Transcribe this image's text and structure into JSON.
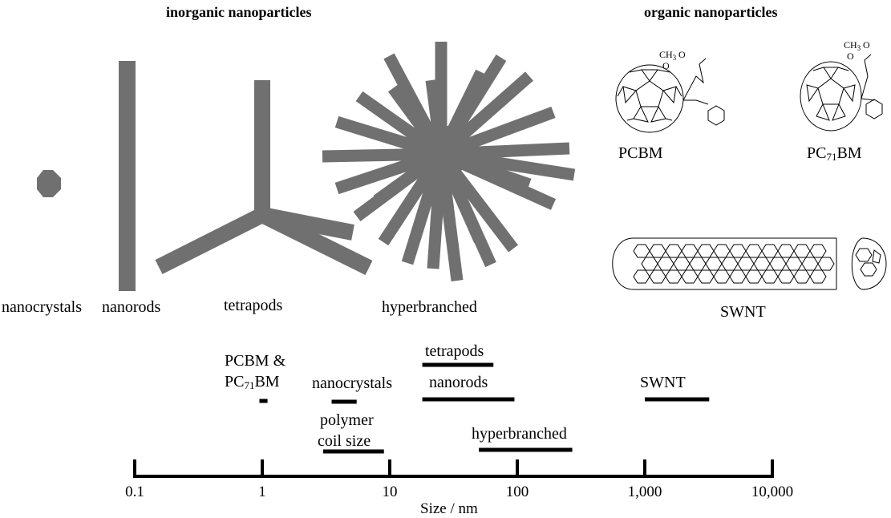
{
  "headers": {
    "inorganic": "inorganic nanoparticles",
    "organic": "organic nanoparticles"
  },
  "shape_labels": {
    "nanocrystals": "nanocrystals",
    "nanorods": "nanorods",
    "tetrapods": "tetrapods",
    "hyperbranched": "hyperbranched"
  },
  "molecules": {
    "pcbm": "PCBM",
    "pc71bm_prefix": "PC",
    "pc71bm_sub": "71",
    "pc71bm_suffix": "BM",
    "swnt": "SWNT",
    "ester_ch3": "CH",
    "ester_3": "3",
    "ester_o1": "O",
    "ester_o2": "O"
  },
  "colors": {
    "particle": "#707070",
    "bar": "#000000"
  },
  "chart_data": {
    "type": "range-bar",
    "xlabel": "Size / nm",
    "x_scale": "log",
    "xlim": [
      0.1,
      10000
    ],
    "tick_labels": [
      "0.1",
      "1",
      "10",
      "100",
      "1,000",
      "10,000"
    ],
    "tick_values": [
      0.1,
      1,
      10,
      100,
      1000,
      10000
    ],
    "ranges": [
      {
        "label_lines": [
          "PCBM &",
          "PC71BM"
        ],
        "min": 0.95,
        "max": 1.1
      },
      {
        "label_lines": [
          "nanocrystals"
        ],
        "min": 3.5,
        "max": 5.5
      },
      {
        "label_lines": [
          "polymer",
          "coil size"
        ],
        "min": 3,
        "max": 9
      },
      {
        "label_lines": [
          "tetrapods"
        ],
        "min": 18,
        "max": 65
      },
      {
        "label_lines": [
          "nanorods"
        ],
        "min": 18,
        "max": 95
      },
      {
        "label_lines": [
          "hyperbranched"
        ],
        "min": 50,
        "max": 270
      },
      {
        "label_lines": [
          "SWNT"
        ],
        "min": 1000,
        "max": 3200
      }
    ]
  }
}
